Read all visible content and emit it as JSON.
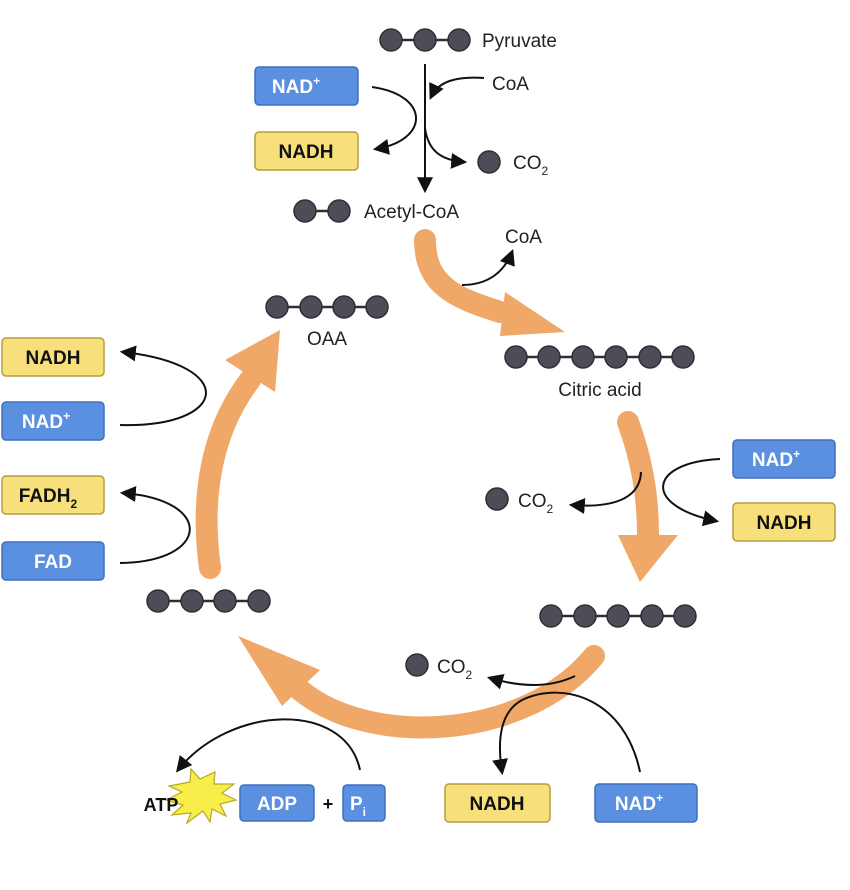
{
  "molecules": {
    "pyruvate": "Pyruvate",
    "acetyl_coa": "Acetyl-CoA",
    "citric_acid": "Citric acid",
    "oaa": "OAA",
    "coa_in": "CoA",
    "coa_out": "CoA"
  },
  "co2": {
    "text": "CO",
    "subscript": "2"
  },
  "carriers": {
    "nad_text": "NAD",
    "nad_sup": "+",
    "nadh": "NADH",
    "fad": "FAD",
    "fadh_text": "FADH",
    "fadh_sub": "2",
    "atp": "ATP",
    "adp": "ADP",
    "plus": "+",
    "pi_text": "P",
    "pi_sub": "i"
  },
  "colors": {
    "cycle_arrow": "#f0a868",
    "nad_box": "#5b8fe0",
    "nadh_box": "#f7e07c",
    "atp_star": "#f7ee4a",
    "carbon_bead": "#4d4d57"
  }
}
